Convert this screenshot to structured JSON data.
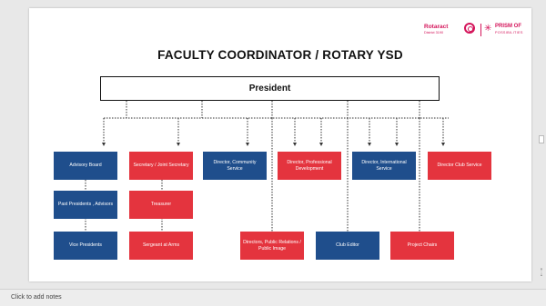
{
  "slide": {
    "title": "FACULTY COORDINATOR / ROTARY YSD",
    "logos": {
      "rotaract": "Rotaract",
      "rotaract_sub": "District 3190",
      "prism_line1": "PRISM OF",
      "prism_line2": "POSSIBILITIES"
    },
    "president": "President",
    "roles": {
      "advisory_board": "Advisory Board",
      "past_presidents": "Past Presidents , Advisors",
      "vice_presidents": "Vice Presidents",
      "secretary": "Secretary / Joint Secretary",
      "treasurer": "Treasurer",
      "sergeant": "Sergeant at Arms",
      "dir_community": "Director, Community Service",
      "dir_professional": "Director, Professional Development",
      "dir_public": "Directors, Public Relations / Public Image",
      "club_editor": "Club Editor",
      "dir_international": "Director, International Service",
      "project_chairs": "Project Chairs",
      "dir_club": "Director Club Service"
    }
  },
  "notes": {
    "placeholder": "Click to add notes"
  },
  "colors": {
    "blue": "#1f4e8c",
    "red": "#e4343e",
    "brand": "#d4145a"
  }
}
